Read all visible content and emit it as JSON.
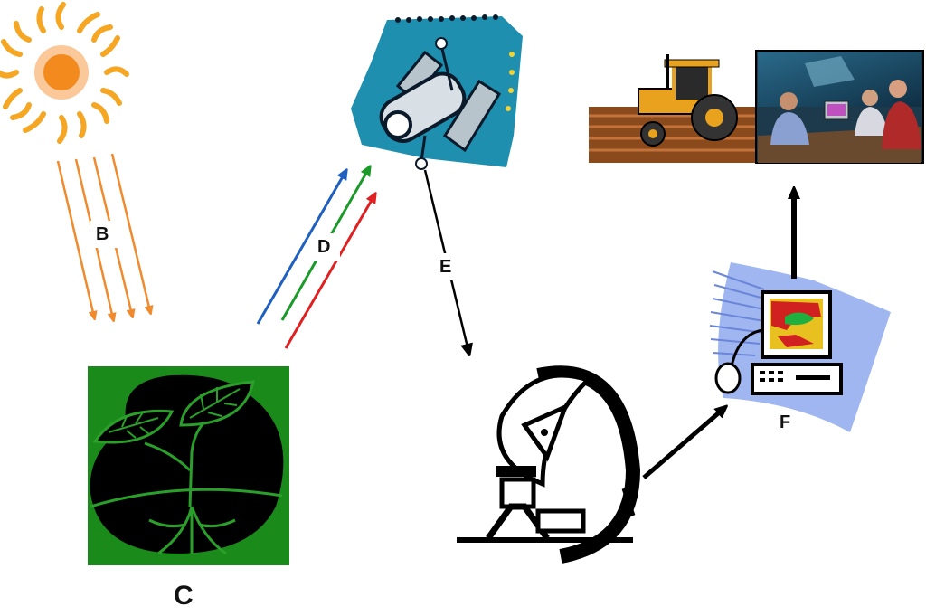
{
  "labels": {
    "b": "B",
    "c": "C",
    "d": "D",
    "e": "E",
    "f": "F"
  },
  "icons": [
    "sun-icon",
    "plant-icon",
    "satellite-icon",
    "dish-antenna-icon",
    "computer-icon",
    "tractor-icon",
    "analysts-photo"
  ],
  "colors": {
    "sun": "#f5a623",
    "solar_rays": "#f08a2c",
    "plant_bg": "#1a8a1a",
    "plant_lines": "#2aa02a",
    "reflect_blue": "#1f5fc0",
    "reflect_green": "#1b9a2a",
    "reflect_red": "#e02020",
    "satellite_bg": "#1f8fb0",
    "computer_bg": "#9fb6f0",
    "arrow": "#000000"
  }
}
